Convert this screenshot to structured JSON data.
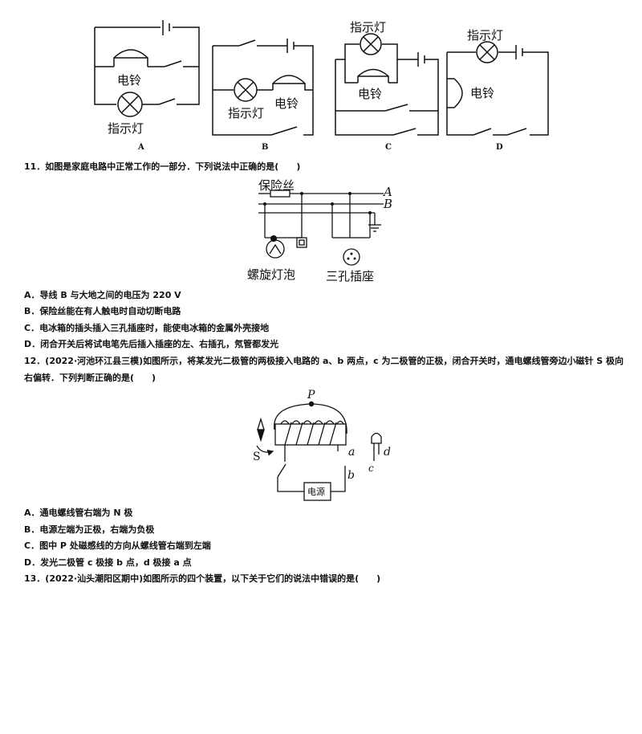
{
  "fig1": {
    "bell": "电铃",
    "lamp": "指示灯",
    "captions": [
      "A",
      "B",
      "C",
      "D"
    ]
  },
  "q11": {
    "stem": "11．如图是家庭电路中正常工作的一部分．下列说法中正确的是(　　)",
    "fuse": "保险丝",
    "wire_a": "A",
    "wire_b": "B",
    "bulb": "螺旋灯泡",
    "socket": "三孔插座",
    "options": [
      "A．导线 B 与大地之间的电压为 220 V",
      "B．保险丝能在有人触电时自动切断电路",
      "C．电冰箱的插头插入三孔插座时，能使电冰箱的金属外壳接地",
      "D．闭合开关后将试电笔先后插入插座的左、右插孔，氖管都发光"
    ]
  },
  "q12": {
    "stem_line1": "12．(2022·河池环江县三模)如图所示，将某发光二极管的两极接入电路的 a、b 两点，c 为二极管的正极，闭合开关时，通电螺线管旁边小磁针 S 极向",
    "stem_line2": "右偏转．下列判断正确的是(　　)",
    "p": "P",
    "s": "S",
    "a": "a",
    "b": "b",
    "c": "c",
    "d": "d",
    "power": "电源",
    "options": [
      "A．通电螺线管右端为 N 极",
      "B．电源左端为正极，右端为负极",
      "C．图中 P 处磁感线的方向从螺线管右端到左端",
      "D．发光二极管 c 极接 b 点，d 极接 a 点"
    ]
  },
  "q13": {
    "stem": "13．(2022·汕头潮阳区期中)如图所示的四个装置，以下关于它们的说法中错误的是(　　)"
  }
}
